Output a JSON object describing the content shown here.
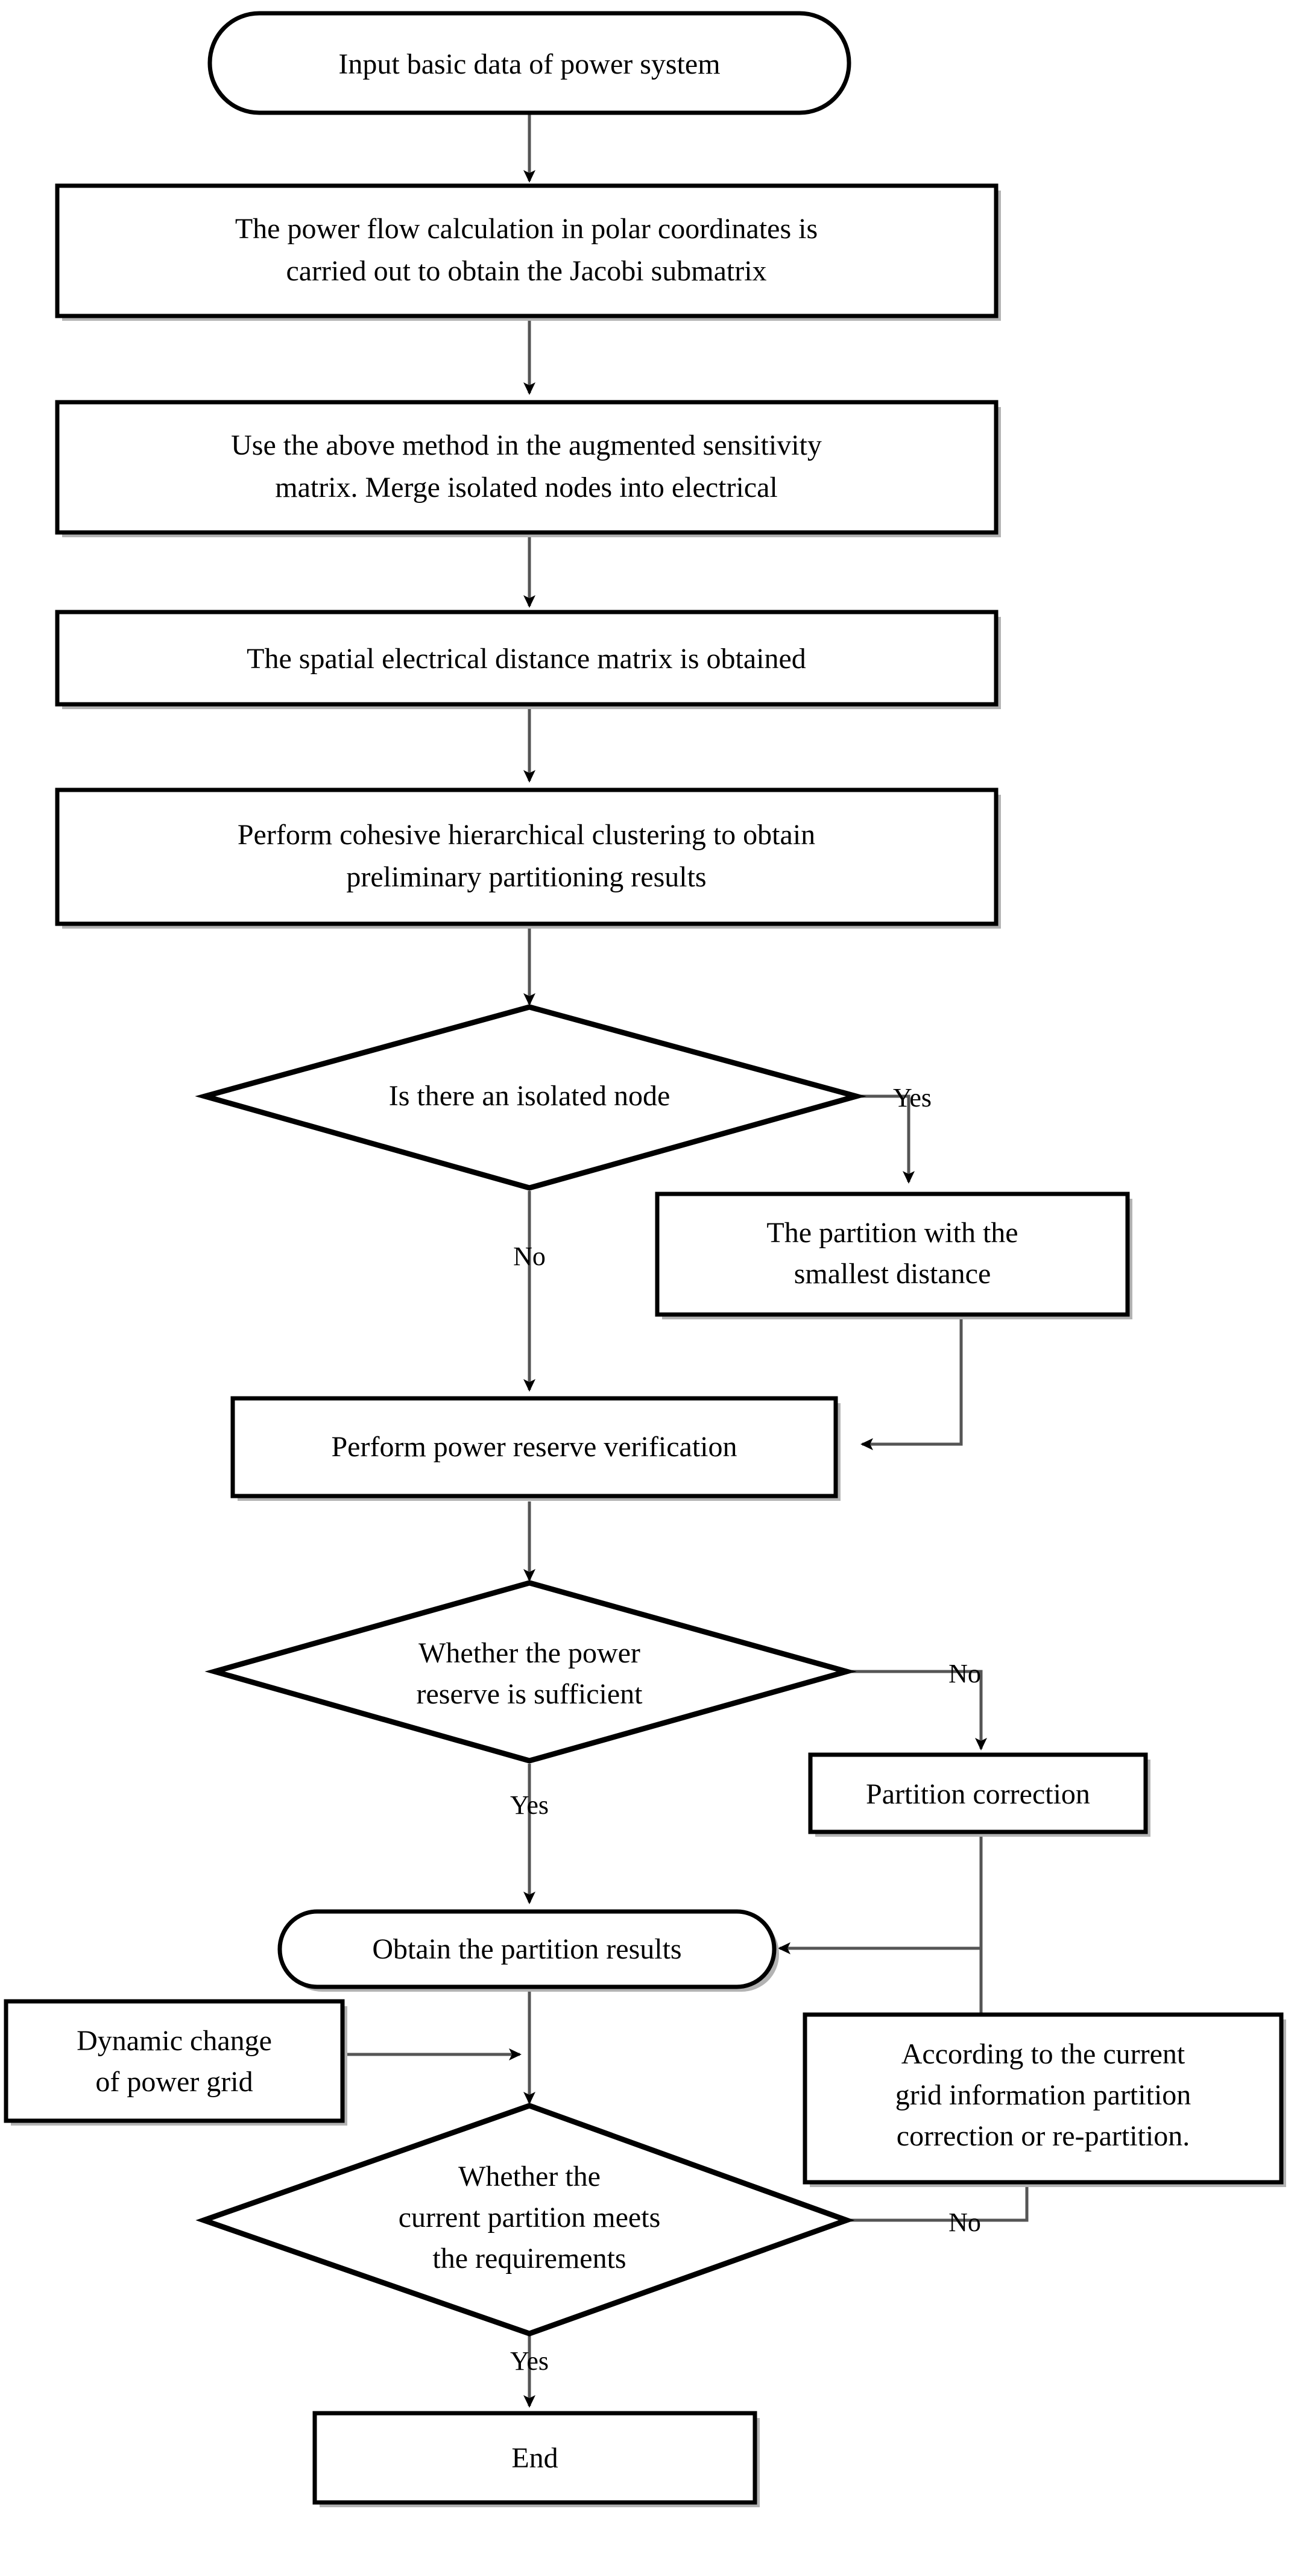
{
  "diagram": {
    "title": "Power system partitioning flowchart",
    "colors": {
      "stroke": "#000000",
      "shadow": "#808080",
      "connector": "#595959",
      "fill": "#ffffff",
      "text": "#000000"
    },
    "nodes": {
      "start": {
        "label": "Input basic data of power system",
        "shape": "stadium"
      },
      "power_flow": {
        "line1": "The power flow calculation in polar coordinates is",
        "line2": "carried out to obtain the Jacobi submatrix",
        "shape": "process"
      },
      "sensitivity": {
        "line1": "Use the above method in the augmented sensitivity",
        "line2": "matrix. Merge isolated nodes into electrical",
        "shape": "process"
      },
      "distance_matrix": {
        "line1": "The spatial electrical distance matrix is obtained",
        "shape": "process"
      },
      "clustering": {
        "line1": "Perform cohesive hierarchical clustering to obtain",
        "line2": "preliminary partitioning results",
        "shape": "process"
      },
      "isolated_node_decision": {
        "label": "Is there an isolated node",
        "shape": "decision"
      },
      "smallest_distance": {
        "line1": "The partition with the",
        "line2": "smallest distance",
        "shape": "process"
      },
      "power_reserve_verification": {
        "label": "Perform power reserve verification",
        "shape": "process"
      },
      "reserve_sufficient_decision": {
        "line1": "Whether the power",
        "line2": "reserve is sufficient",
        "shape": "decision"
      },
      "partition_correction": {
        "label": "Partition correction",
        "shape": "process"
      },
      "obtain_results": {
        "label": "Obtain the partition results",
        "shape": "stadium"
      },
      "dynamic_change": {
        "line1": "Dynamic change",
        "line2": "of power grid",
        "shape": "process"
      },
      "according_to_current_grid": {
        "line1": "According to the current",
        "line2": "grid information partition",
        "line3": "correction or re-partition.",
        "shape": "process"
      },
      "meets_requirements_decision": {
        "line1": "Whether the",
        "line2": "current partition meets",
        "line3": "the requirements",
        "shape": "decision"
      },
      "end": {
        "label": "End",
        "shape": "process"
      }
    },
    "edge_labels": {
      "isolated_yes": "Yes",
      "isolated_no": "No",
      "reserve_no": "No",
      "reserve_yes": "Yes",
      "meets_no": "No",
      "meets_yes": "Yes"
    }
  }
}
